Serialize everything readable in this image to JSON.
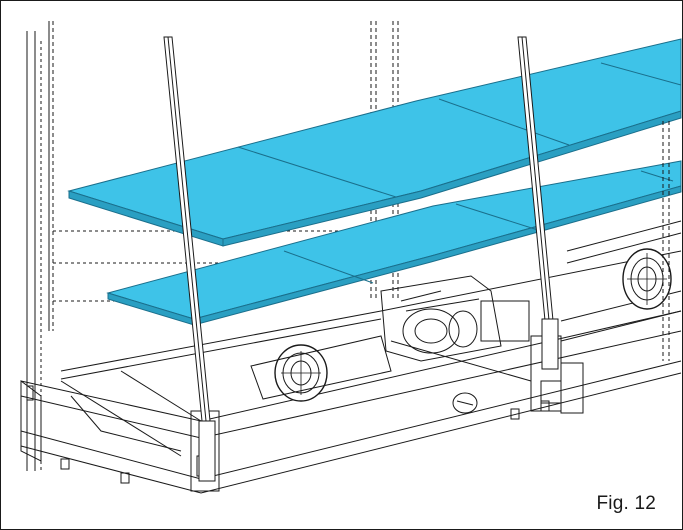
{
  "figure": {
    "caption": "Fig. 12"
  },
  "colors": {
    "shelf_fill": "#3ec3e8",
    "shelf_edge": "#1a6f8c",
    "line": "#1a1a1a",
    "background": "#ffffff"
  },
  "parts": {
    "shelves": 2,
    "fans_visible": 2,
    "uprights": 2
  }
}
